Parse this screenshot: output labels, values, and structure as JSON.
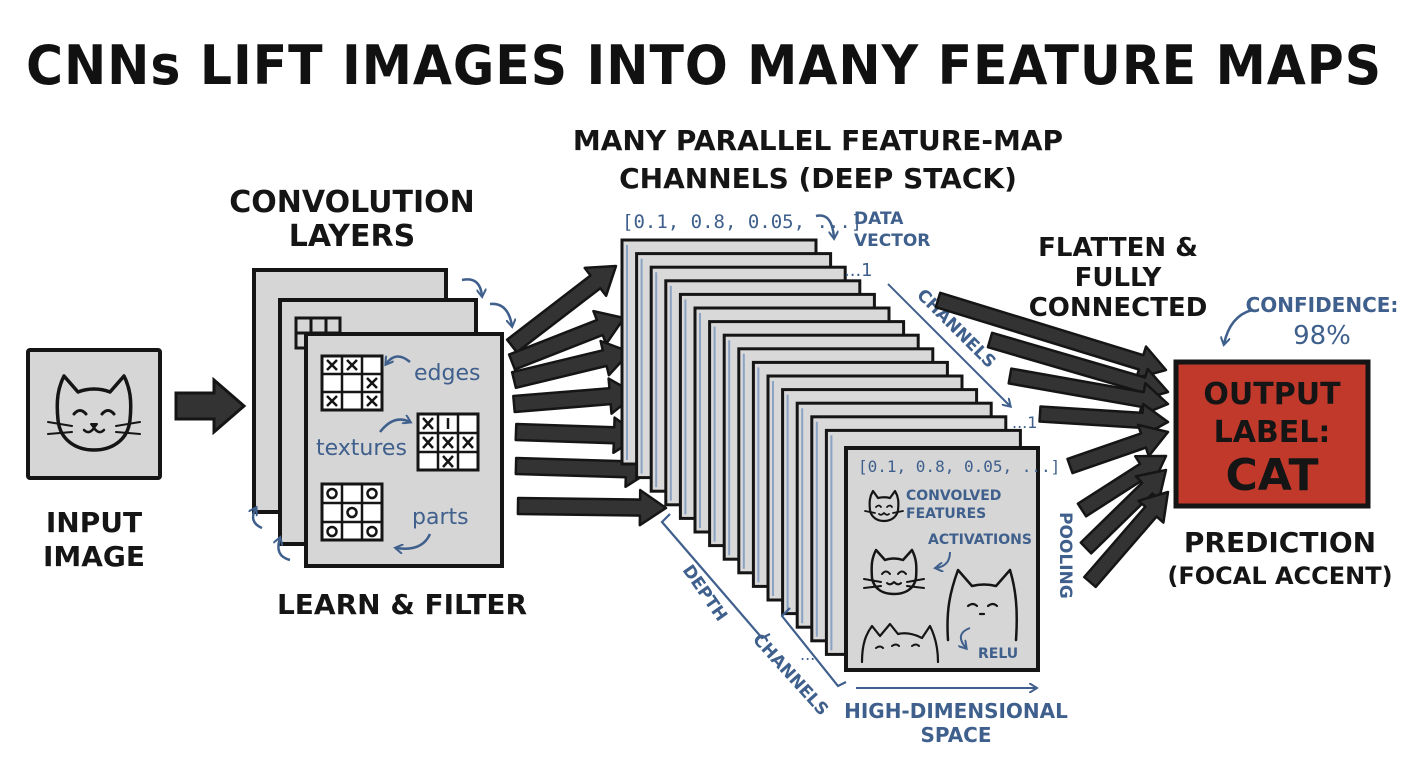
{
  "title": "CNNs LIFT IMAGES INTO MANY FEATURE MAPS",
  "input": {
    "label_line1": "INPUT",
    "label_line2": "IMAGE"
  },
  "conv": {
    "heading_line1": "CONVOLUTION",
    "heading_line2": "LAYERS",
    "edges": "edges",
    "textures": "textures",
    "parts": "parts",
    "footer": "LEARN & FILTER"
  },
  "stack": {
    "heading_line1": "MANY PARALLEL FEATURE-MAP",
    "heading_line2": "CHANNELS (DEEP STACK)",
    "data_vector_top": "[0.1, 0.8, 0.05, ...]",
    "data_vector_label_line1": "DATA",
    "data_vector_label_line2": "VECTOR",
    "index_mark": "...1",
    "channels_diag": "CHANNELS",
    "channels_index": "...1",
    "front_vector": "[0.1, 0.8, 0.05, ...]",
    "convolved_line1": "CONVOLVED",
    "convolved_line2": "FEATURES",
    "activations": "ACTIVATIONS",
    "relu": "RELU",
    "pooling": "POOLING",
    "depth": "DEPTH",
    "channels_bottom": "CHANNELS",
    "ellipsis": "...",
    "space_line1": "HIGH-DIMENSIONAL",
    "space_line2": "SPACE"
  },
  "fc": {
    "line1": "FLATTEN &",
    "line2": "FULLY",
    "line3": "CONNECTED"
  },
  "output": {
    "confidence_label": "CONFIDENCE:",
    "confidence_value": "98%",
    "line1": "OUTPUT",
    "line2": "LABEL:",
    "line3": "CAT",
    "prediction": "PREDICTION",
    "accent": "(FOCAL ACCENT)"
  },
  "colors": {
    "ink": "#151515",
    "accent_blue": "#3f5f8c",
    "output_red": "#c0392b",
    "panel_gray": "#d6d6d6",
    "sheet_edge_blue": "#8aa2c4"
  },
  "icons": [
    "cat-face-icon",
    "arrow-right-icon",
    "x-grid-icon",
    "o-grid-icon",
    "curved-arrow-icon"
  ]
}
